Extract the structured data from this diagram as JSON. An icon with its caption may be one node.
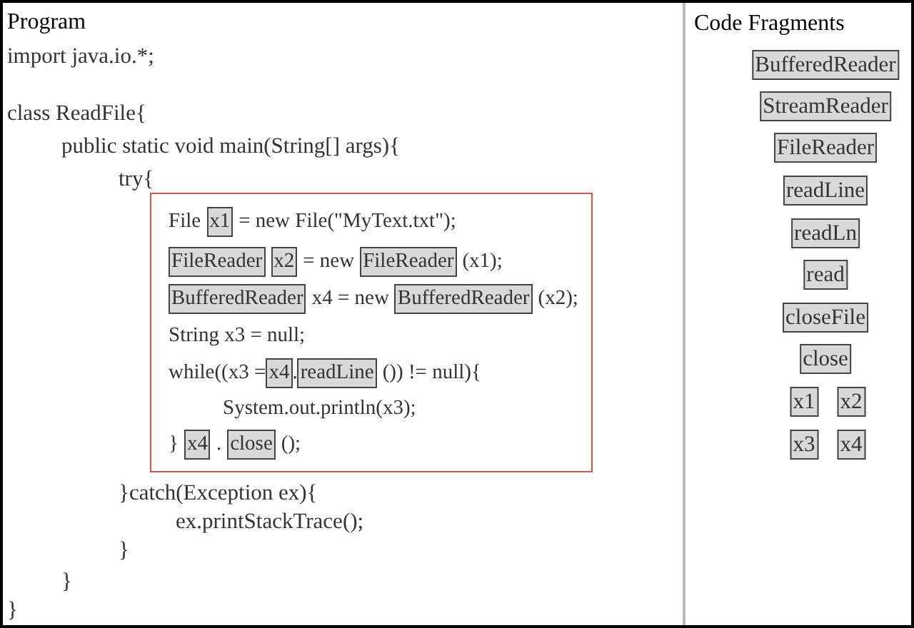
{
  "diagram": {
    "nodes": [
      {
        "text": [
          "File",
          "= new File(\"MyText.txt\");",
          "= new",
          "(x1);",
          "x4 = new",
          "(x2);",
          "String x3 = null;",
          "while((x3 =",
          ".",
          "()) != null){",
          "System.out.println(x3);",
          "}",
          ".",
          "();"
        ]
      },
      {
        "text": [
          "x1"
        ],
        "in": 0
      },
      {
        "text": [
          "FileReader"
        ],
        "in": 0
      },
      {
        "text": [
          "x2"
        ],
        "in": 0
      },
      {
        "text": [
          "FileReader"
        ],
        "in": 0
      },
      {
        "text": [
          "BufferedReader"
        ],
        "in": 0
      },
      {
        "text": [
          "BufferedReader"
        ],
        "in": 0
      },
      {
        "text": [
          "x4"
        ],
        "in": 0
      },
      {
        "text": [
          "readLine"
        ],
        "in": 0
      },
      {
        "text": [
          "x4"
        ],
        "in": 0
      },
      {
        "text": [
          "close"
        ],
        "in": 0
      },
      {
        "text": [
          "BufferedReader"
        ]
      },
      {
        "text": [
          "StreamReader"
        ]
      },
      {
        "text": [
          "FileReader"
        ]
      },
      {
        "text": [
          "readLine"
        ]
      },
      {
        "text": [
          "readLn"
        ]
      },
      {
        "text": [
          "read"
        ]
      },
      {
        "text": [
          "closeFile"
        ]
      },
      {
        "text": [
          "close"
        ]
      },
      {
        "text": [
          "x1"
        ]
      },
      {
        "text": [
          "x2"
        ]
      },
      {
        "text": [
          "x3"
        ]
      },
      {
        "text": [
          "x4"
        ]
      }
    ],
    "edges": [],
    "labels": [
      "Program",
      "Code Fragments",
      "import java.io.*;",
      "class ReadFile{",
      "public static void main(String[] args){",
      "try{",
      "}catch(Exception ex){",
      "ex.printStackTrace();",
      "}",
      "}",
      "}"
    ]
  }
}
